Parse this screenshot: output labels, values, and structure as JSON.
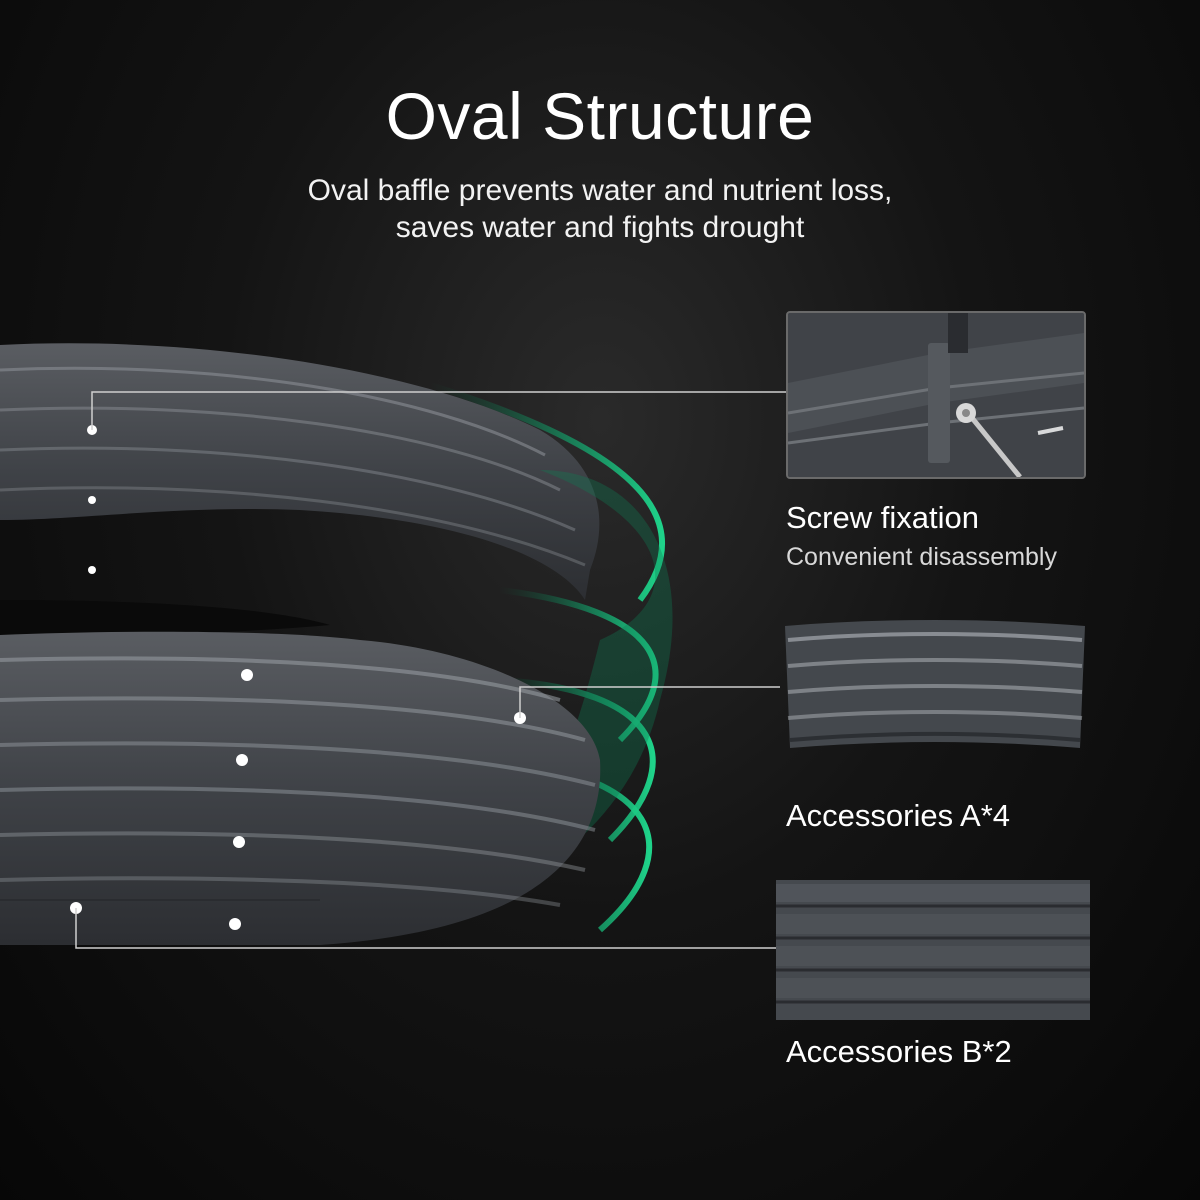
{
  "header": {
    "title": "Oval Structure",
    "subtitle_line1": "Oval baffle prevents water and nutrient loss,",
    "subtitle_line2": "saves water and fights drought"
  },
  "callouts": [
    {
      "title": "Screw fixation",
      "subtitle": "Convenient disassembly"
    },
    {
      "title": "Accessories A*4"
    },
    {
      "title": "Accessories B*2"
    }
  ],
  "colors": {
    "background": "#0b0b0b",
    "accent_green": "#1fd38a",
    "metal_gray": "#4a4d52",
    "text": "#ffffff"
  }
}
